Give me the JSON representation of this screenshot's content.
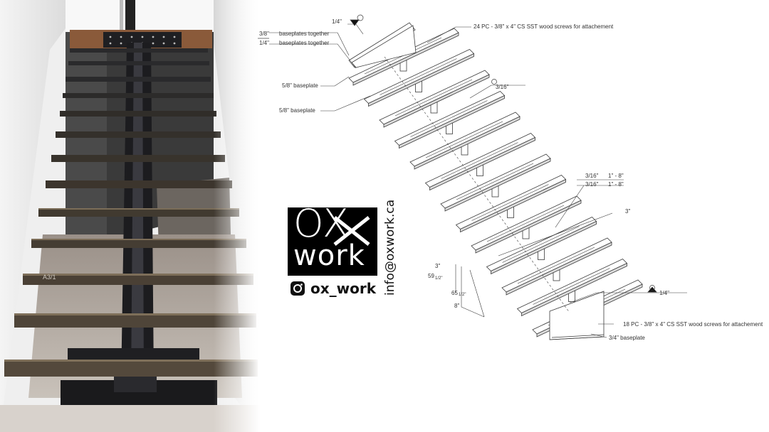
{
  "brand": {
    "logo_top": "OX",
    "logo_bottom": "work",
    "instagram_handle": "ox_work",
    "email": "info@oxwork.ca",
    "instagram_icon": "instagram-icon"
  },
  "photo": {
    "tread_marking": "A3/1"
  },
  "drawing_notes": {
    "weld_top": "1/4\"",
    "screws_top": "24 PC  -  3/8\" x 4\" CS SST wood screws for attachement",
    "weld_38": "3/8\"",
    "weld_38_text": "baseplates together",
    "weld_14": "1/4\"",
    "weld_14_text": "baseplates together",
    "baseplate_1": "5/8\" baseplate",
    "baseplate_2": "5/8\" baseplate",
    "weld_316": "3/16\"",
    "weld_a": "3/16\"",
    "weld_a_len": "1\" - 8\"",
    "weld_b": "3/16\"",
    "weld_b_len": "1\" - 8\"",
    "dim_3_right": "3\"",
    "dim_3_left": "3\"",
    "dim_59": "59",
    "dim_59_frac": "1/2\"",
    "dim_65": "65",
    "dim_65_frac": "1/2\"",
    "dim_8": "8\"",
    "weld_bottom": "1/4\"",
    "screws_bottom": "18 PC  -  3/8\" x 4\" CS SST wood screws for attachement",
    "baseplate_bottom": "3/4\" baseplate"
  },
  "colors": {
    "steel": "#1f1f22",
    "wood": "#8a6a45",
    "wall": "#ececec",
    "line": "#3a3a3a",
    "brand_bg": "#000000"
  }
}
